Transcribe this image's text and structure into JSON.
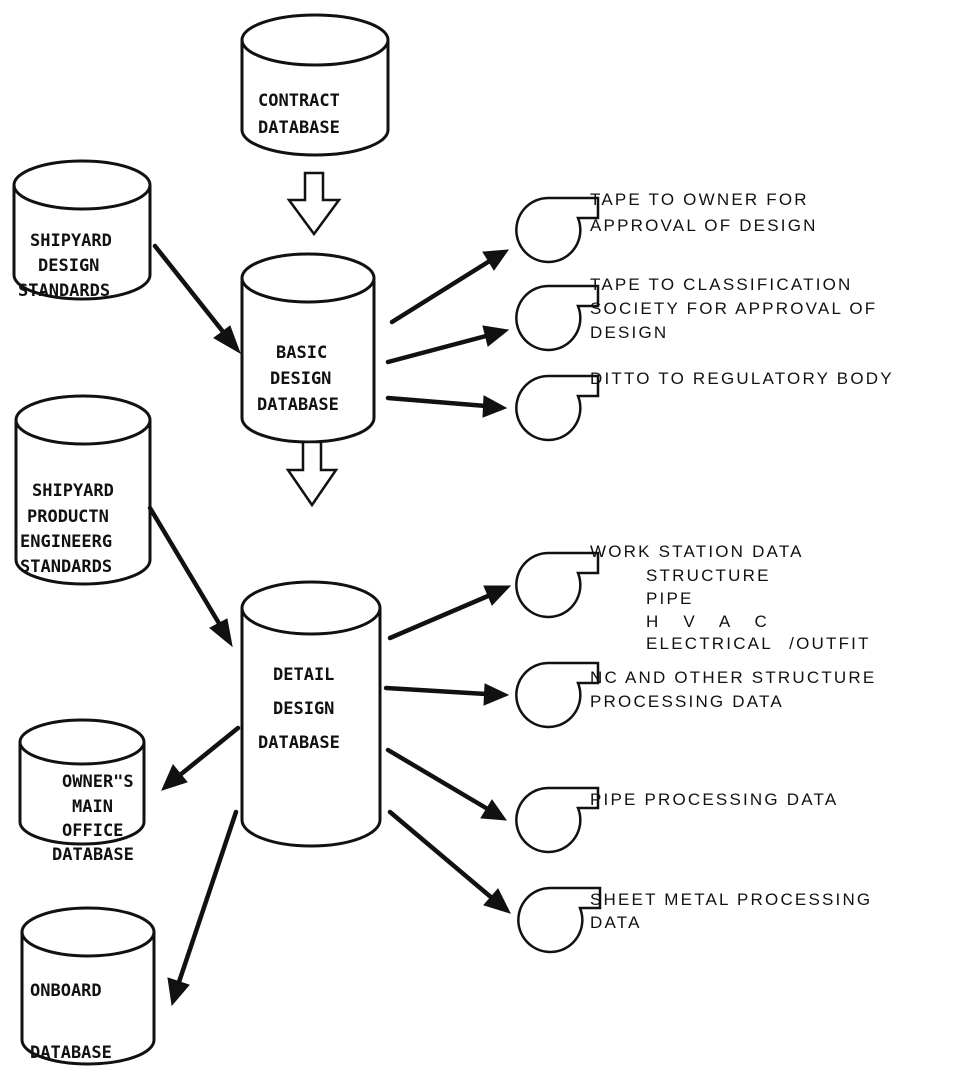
{
  "databases": {
    "contract": [
      "CONTRACT",
      "DATABASE"
    ],
    "shipyard_design": [
      "SHIPYARD",
      "DESIGN",
      "STANDARDS"
    ],
    "basic_design": [
      "BASIC",
      "DESIGN",
      "DATABASE"
    ],
    "shipyard_production": [
      "SHIPYARD",
      "PRODUCTN",
      "ENGINEERG",
      "STANDARDS"
    ],
    "detail_design": [
      "DETAIL",
      "DESIGN",
      "DATABASE"
    ],
    "owners_office": [
      "OWNER\"S",
      "MAIN",
      "OFFICE",
      "DATABASE"
    ],
    "onboard": [
      "ONBOARD",
      "DATABASE"
    ]
  },
  "outputs": {
    "tape_owner": [
      "TAPE TO OWNER FOR",
      "APPROVAL OF DESIGN"
    ],
    "tape_classification": [
      "TAPE TO CLASSIFICATION",
      "SOCIETY FOR APPROVAL OF",
      "DESIGN"
    ],
    "ditto_regulatory": [
      "DITTO TO REGULATORY BODY"
    ],
    "work_station": [
      "WORK STATION DATA",
      "STRUCTURE",
      "PIPE",
      "H V A C",
      "ELECTRICAL /OUTFIT"
    ],
    "nc_structure": [
      "NC AND OTHER STRUCTURE",
      "PROCESSING DATA"
    ],
    "pipe_processing": [
      "PIPE PROCESSING DATA"
    ],
    "sheet_metal": [
      "SHEET METAL PROCESSING",
      "DATA"
    ]
  }
}
